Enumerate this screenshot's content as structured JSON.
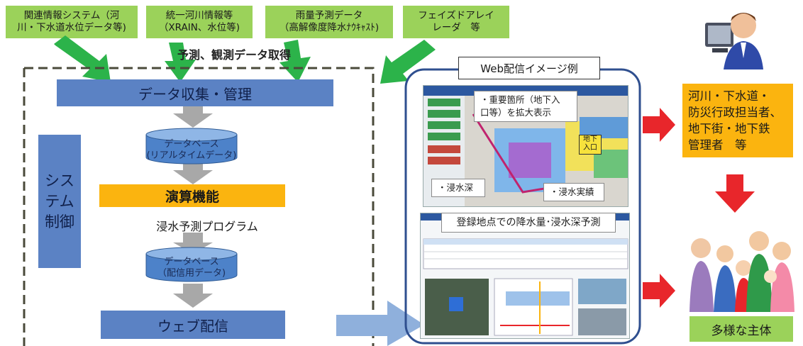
{
  "sources": [
    {
      "label": "関連情報システム（河\n川・下水道水位データ等)"
    },
    {
      "label": "統一河川情報等\n（XRAIN、水位等)"
    },
    {
      "label": "雨量予測データ\n（高解像度降水ﾅｳｷｬｽﾄ)"
    },
    {
      "label": "フェイズドアレイ\nレーダ　等"
    }
  ],
  "acquisition_label": "予測、観測データ取得",
  "system": {
    "side_label": "システム\n制御",
    "collect": "データ収集・管理",
    "db1": "データベース\n(リアルタイムデータ)",
    "compute": "演算機能",
    "program": "浸水予測プログラム",
    "db2": "データベース\n（配信用データ)",
    "web": "ウェブ配信"
  },
  "web_panel": {
    "title": "Web配信イメージ例",
    "callout_zoom": "・重要箇所（地下入\n口等）を拡大表示",
    "callout_depth": "・浸水深",
    "callout_actual": "・浸水実績",
    "map_badge": "地下\n入口",
    "callout_forecast": "登録地点での降水量･浸水深予測"
  },
  "stakeholders": {
    "admins": "河川・下水道・\n防災行政担当者、\n地下街・地下鉄\n管理者　等",
    "diverse": "多様な主体"
  },
  "colors": {
    "green": "#9bd25a",
    "blue": "#5b82c4",
    "orange": "#fbb40f",
    "red": "#e8262b",
    "arrow_green": "#2cb34a",
    "arrow_gray": "#a8a8a8"
  },
  "icons": [
    "user-at-computer-icon",
    "family-group-icon"
  ]
}
